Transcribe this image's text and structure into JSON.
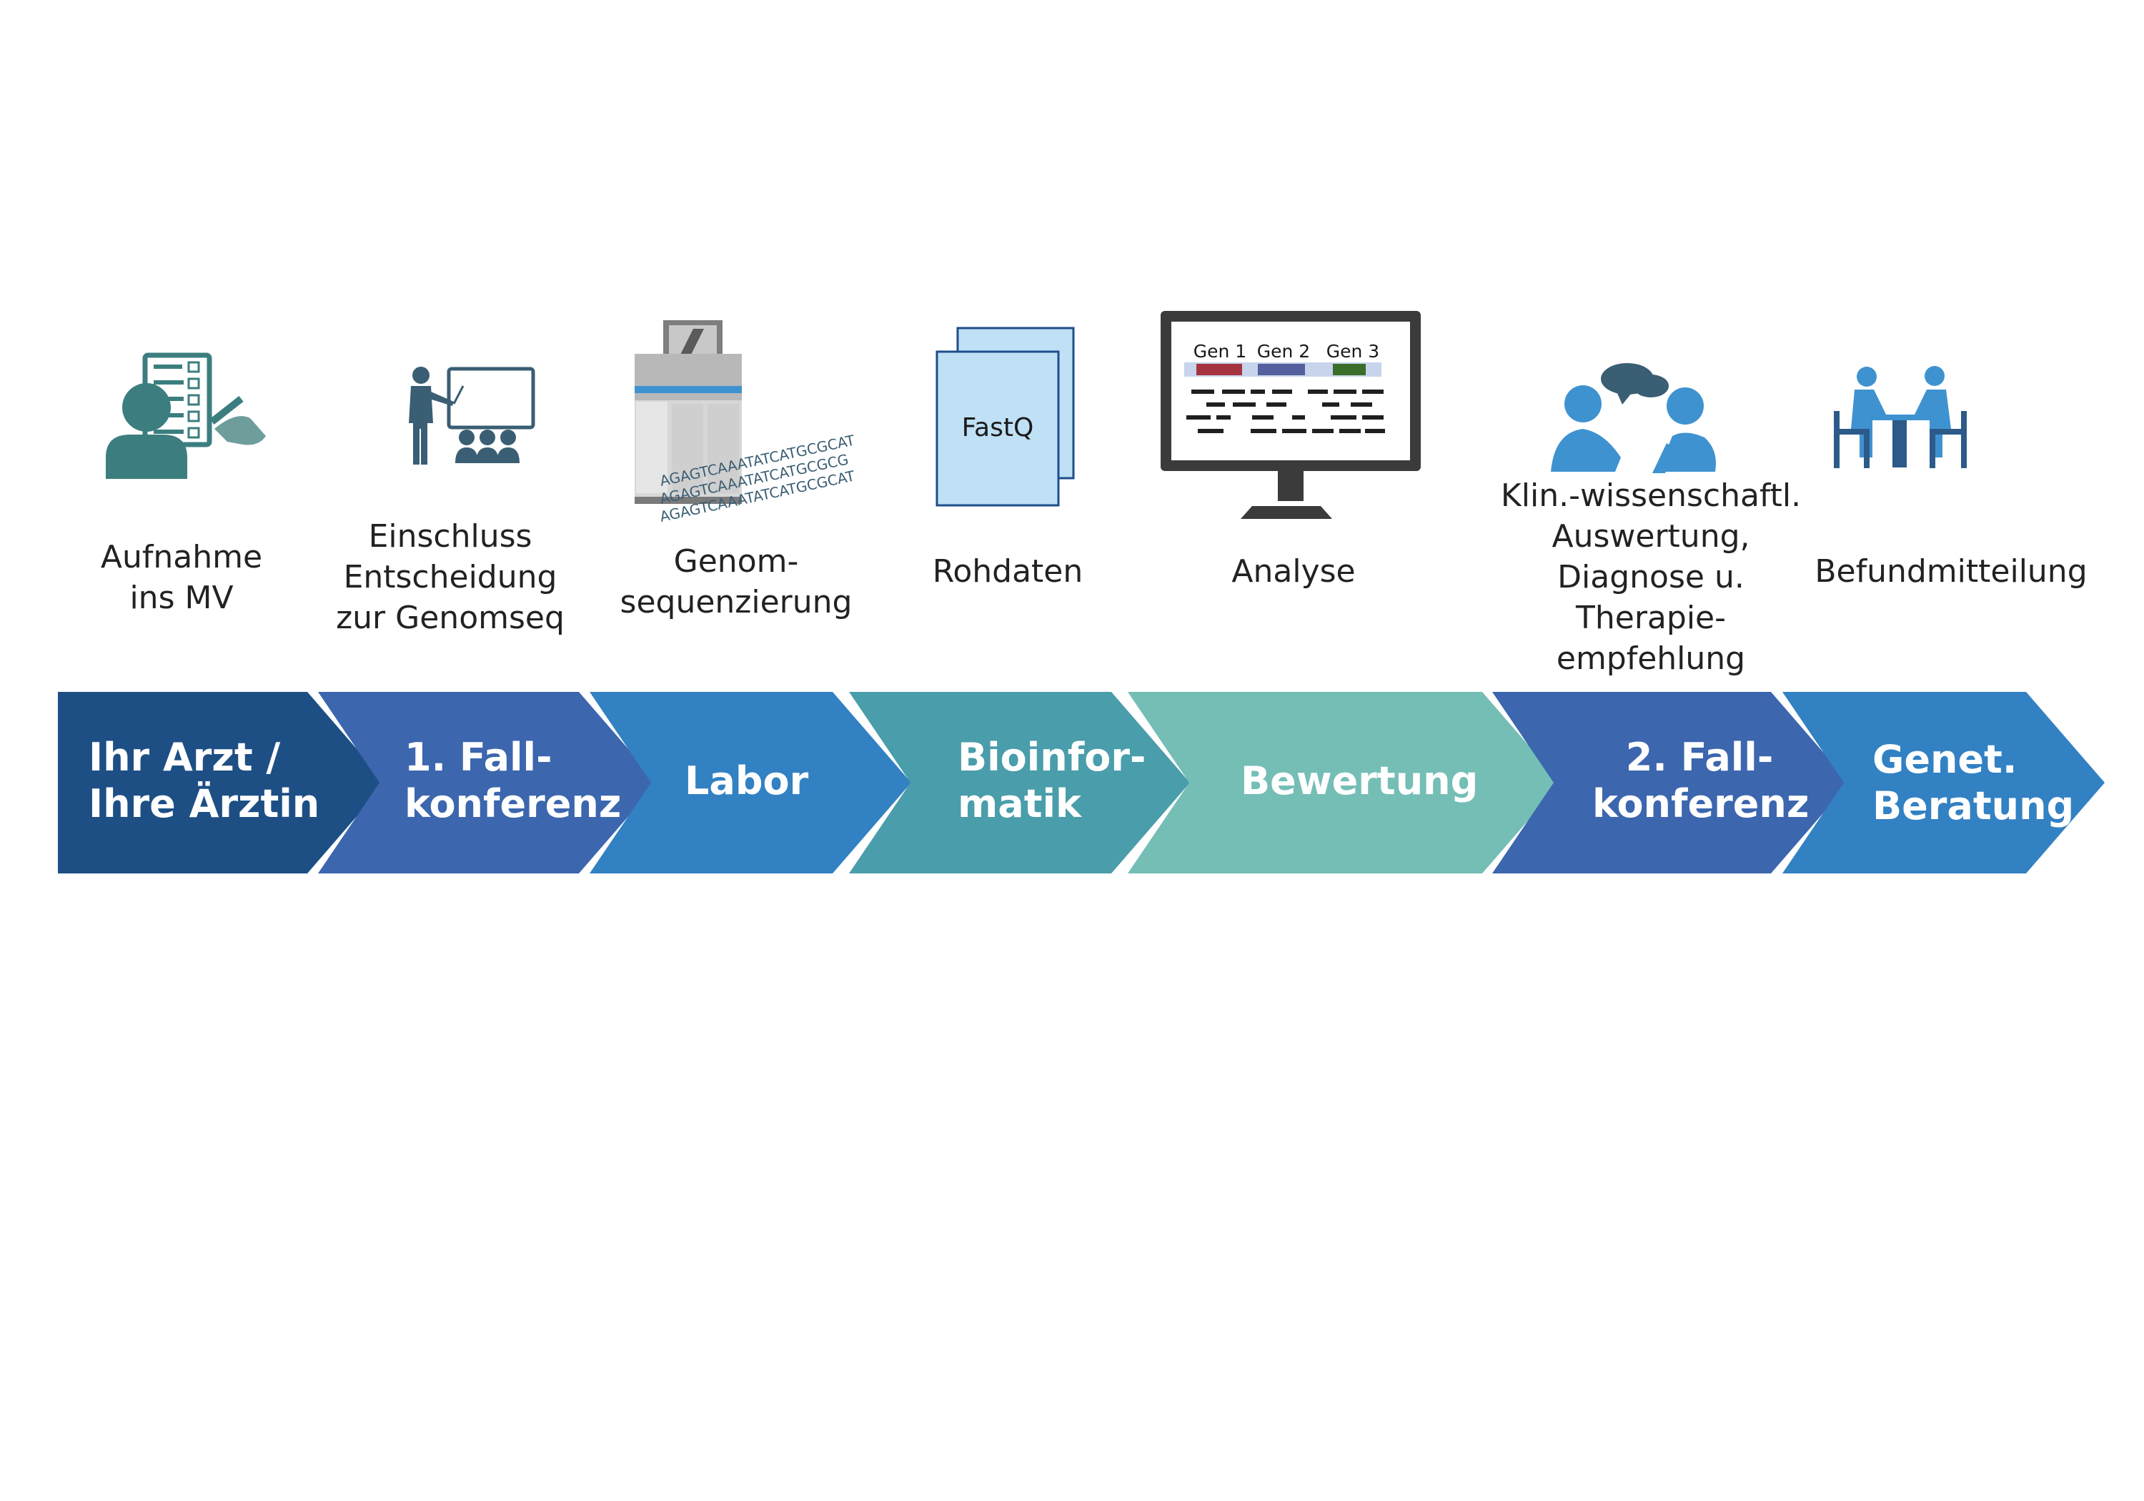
{
  "colors": {
    "teal_icon": "#3C7E7F",
    "slate_icon": "#3A5E73",
    "blue_icon": "#3F92D0",
    "navy_icon": "#2C5A8A"
  },
  "steps": [
    {
      "id": "aufnahme",
      "icon": "checklist-patient-icon",
      "label": "Aufnahme\nins MV",
      "chevron": "Ihr Arzt /\nIhre Ärztin",
      "color": "#1D4F85"
    },
    {
      "id": "einschluss",
      "icon": "presentation-board-icon",
      "label": "Einschluss\nEntscheidung\nzur Genomseq",
      "chevron": "1.  Fall-\nkonferenz",
      "color": "#3C66AE"
    },
    {
      "id": "sequenzierung",
      "icon": "dna-sequencer-icon",
      "label": "Genom-\nsequenzierung",
      "chevron": "Labor",
      "color": "#3281C3"
    },
    {
      "id": "rohdaten",
      "icon": "fastq-files-icon",
      "label": "Rohdaten",
      "chevron": "Bioinfor-\nmatik",
      "color": "#4A9DAA"
    },
    {
      "id": "analyse",
      "icon": "analysis-monitor-icon",
      "label": "Analyse",
      "chevron": "Bewertung",
      "color": "#74BEB6"
    },
    {
      "id": "auswertung",
      "icon": "discussion-people-icon",
      "label": "Klin.-wissenschaftl.\nAuswertung,\nDiagnose u.\nTherapie-\nempfehlung",
      "chevron": "2. Fall-\nkonferenz",
      "color": "#3C66AE"
    },
    {
      "id": "befund",
      "icon": "consultation-table-icon",
      "label": "Befundmitteilung",
      "chevron": "Genet.\nBeratung",
      "color": "#3281C3"
    }
  ],
  "fastq_label": "FastQ",
  "monitor_genes": [
    "Gen 1",
    "Gen 2",
    "Gen 3"
  ],
  "dna_sequence": [
    "AGAGTCAAATATCATGCGCAT",
    "AGAGTCAAATATCATGCGCG",
    "AGAGTCAAATATCATGCGCAT"
  ]
}
